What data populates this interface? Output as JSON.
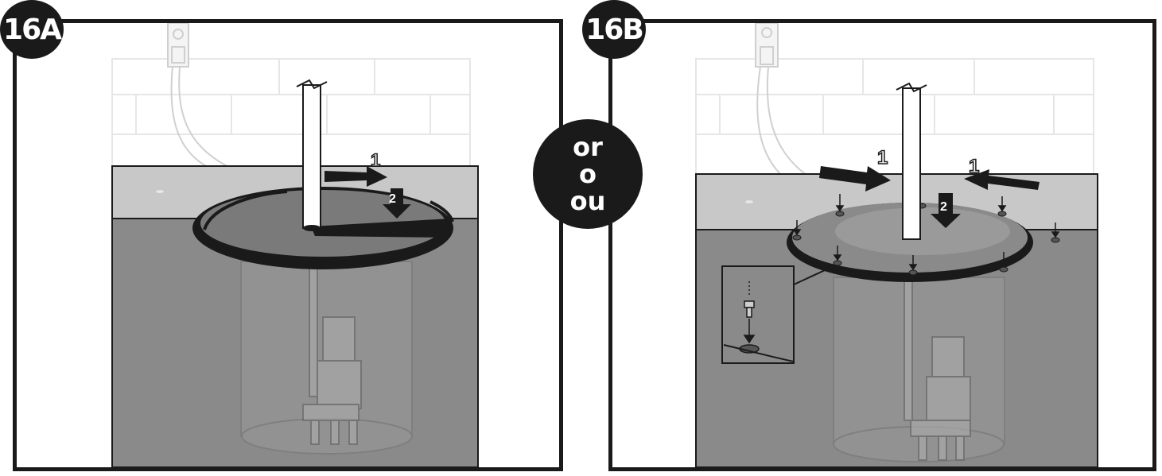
{
  "figure": {
    "badge_a": "16A",
    "badge_b": "16B",
    "or_labels": [
      "or",
      "o",
      "ou"
    ],
    "step_1": "1",
    "step_2": "2"
  },
  "colors": {
    "outline": "#1a1a1a",
    "floor": "#c8c8c8",
    "pit": "#8a8a8a",
    "lid": "#6e6e6e",
    "arrow": "#1a1a1a"
  }
}
